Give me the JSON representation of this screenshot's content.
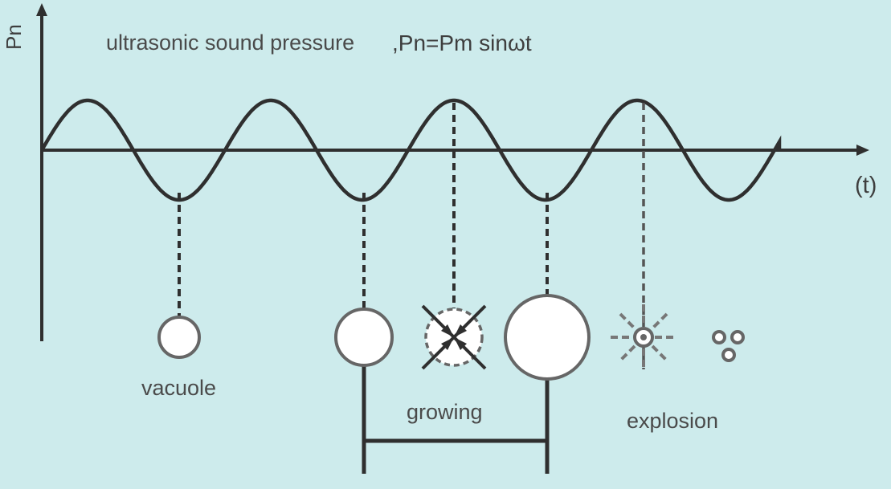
{
  "diagram": {
    "title": "ultrasonic sound pressure",
    "formula": ",Pn=Pm sinωt",
    "y_axis_label": "Pn",
    "x_axis_label": "(t)",
    "captions": {
      "vacuole": "vacuole",
      "growing": "growing",
      "explosion": "explosion"
    },
    "stages": [
      "vacuole",
      "growing",
      "collapsing",
      "largest",
      "explosion",
      "fragments"
    ],
    "colors": {
      "background": "#cdebec",
      "line": "#2f2f2f",
      "bubble_fill": "#ffffff",
      "bubble_stroke": "#666666"
    }
  }
}
